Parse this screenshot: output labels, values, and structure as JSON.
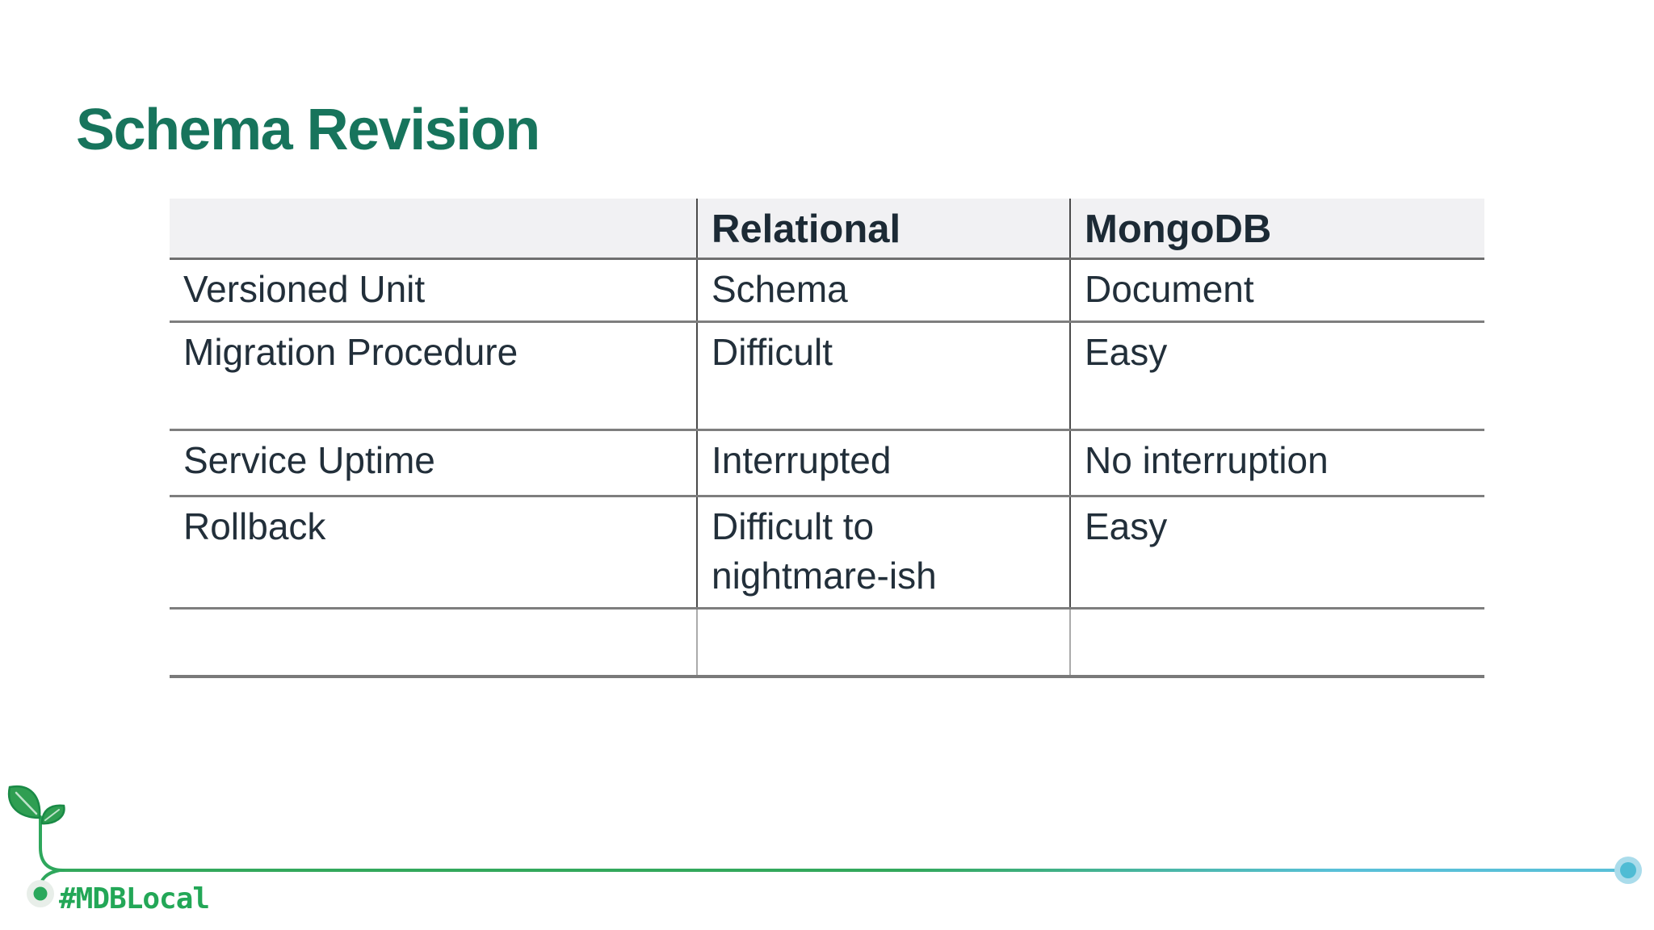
{
  "slide": {
    "title": "Schema Revision",
    "hashtag": "#MDBLocal"
  },
  "table": {
    "columns": [
      "",
      "Relational",
      "MongoDB"
    ],
    "rows": [
      {
        "label": "Versioned Unit",
        "relational": "Schema",
        "mongodb": "Document"
      },
      {
        "label": "Migration Procedure",
        "relational": "Difficult",
        "mongodb": "Easy"
      },
      {
        "label": "Service Uptime",
        "relational": "Interrupted",
        "mongodb": "No interruption"
      },
      {
        "label": "Rollback",
        "relational": "Difficult to nightmare-ish",
        "mongodb": "Easy"
      },
      {
        "label": "",
        "relational": "",
        "mongodb": ""
      }
    ]
  },
  "colors": {
    "title_green": "#17745c",
    "hashtag_green": "#23a757",
    "leaf_green": "#2f9e52",
    "line_green": "#33a85c",
    "line_teal": "#59c0d8",
    "header_bg": "#f1f1f3",
    "body_text": "#222f3a"
  },
  "icons": {
    "footer_left": "sprout-icon",
    "footer_right": "line-end-dot-icon"
  }
}
